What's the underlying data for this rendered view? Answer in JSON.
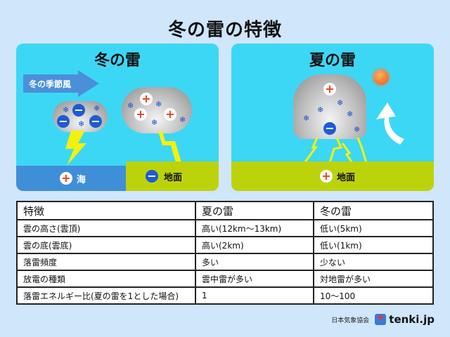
{
  "title": "冬の雷の特徴",
  "winter_panel": {
    "title": "冬の雷",
    "wind_label": "冬の季節風",
    "sea_label": "海",
    "sea_charge": "+",
    "ground_label": "地面",
    "ground_charge": "−",
    "cloud_small_charges": [
      "−",
      "−",
      "−"
    ],
    "cloud_large_charges": [
      "+",
      "+",
      "+"
    ]
  },
  "summer_panel": {
    "title": "夏の雷",
    "ground_label": "地面",
    "ground_charge": "+",
    "cloud_top_charge": "+",
    "cloud_bottom_charge": "−"
  },
  "table": {
    "headers": [
      "特徴",
      "夏の雷",
      "冬の雷"
    ],
    "rows": [
      [
        "雲の高さ(雲頂)",
        "高い(12km〜13km)",
        "低い(5km)"
      ],
      [
        "雲の底(雲底)",
        "高い(2km)",
        "低い(1km)"
      ],
      [
        "落雷頻度",
        "多い",
        "少ない"
      ],
      [
        "放電の種類",
        "雲中雷が多い",
        "対地雷が多い"
      ],
      [
        "落雷エネルギー比(夏の雷を1とした場合)",
        "1",
        "10〜100"
      ]
    ]
  },
  "footer": {
    "org": "日本気象協会",
    "logo": "tenki.jp"
  }
}
